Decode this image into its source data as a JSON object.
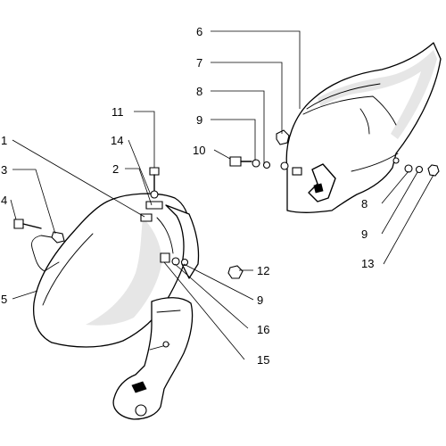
{
  "callouts": {
    "n1": "1",
    "n2": "2",
    "n3": "3",
    "n4": "4",
    "n5": "5",
    "n6": "6",
    "n7": "7",
    "n8a": "8",
    "n8b": "8",
    "n9a": "9",
    "n9b": "9",
    "n9c": "9",
    "n10": "10",
    "n11": "11",
    "n12": "12",
    "n13": "13",
    "n14": "14",
    "n15": "15",
    "n16": "16"
  }
}
